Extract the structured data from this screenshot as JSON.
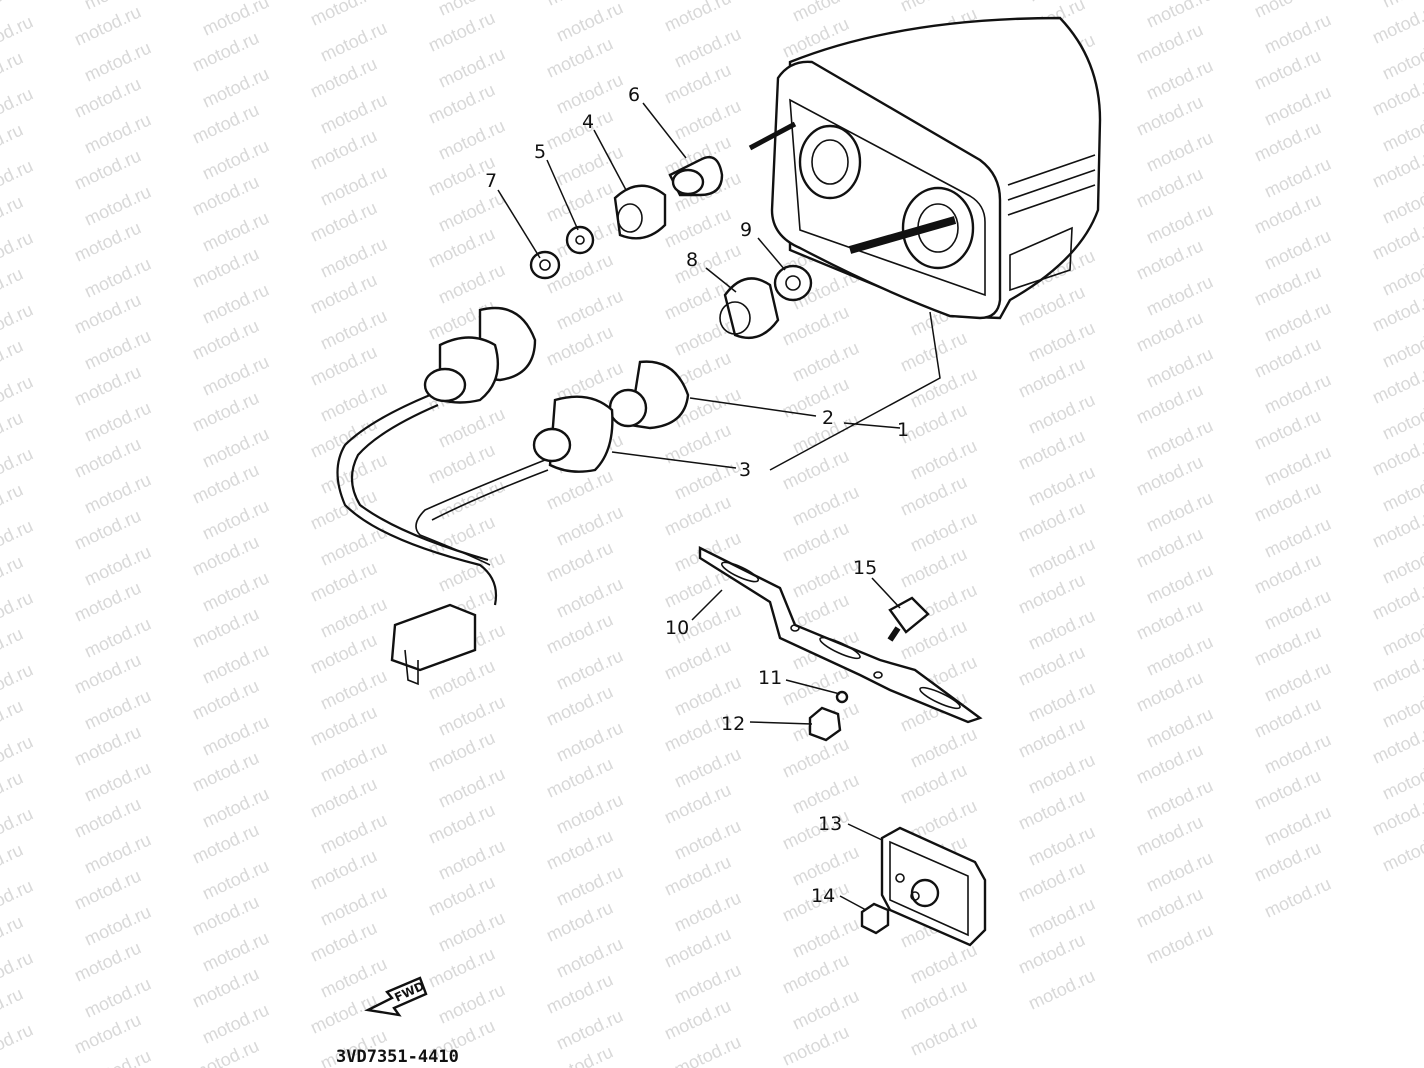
{
  "diagram": {
    "watermark": "motod.ru",
    "part_code": "3VD7351-4410",
    "direction_label": "FWD",
    "callouts": {
      "p1": "1",
      "p2": "2",
      "p3": "3",
      "p4": "4",
      "p5": "5",
      "p6": "6",
      "p7": "7",
      "p8": "8",
      "p9": "9",
      "p10": "10",
      "p11": "11",
      "p12": "12",
      "p13": "13",
      "p14": "14",
      "p15": "15"
    }
  }
}
